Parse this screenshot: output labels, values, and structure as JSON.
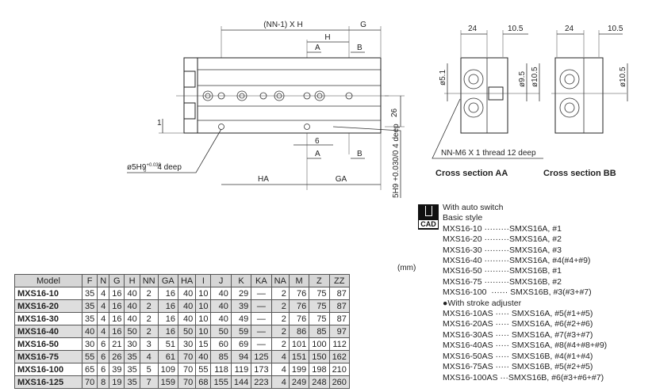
{
  "drawing": {
    "dim_nn1xh": "(NN-1) X H",
    "dim_g": "G",
    "dim_h": "H",
    "sec_a": "A",
    "sec_b": "B",
    "dim_1": "1",
    "dim_26": "26",
    "dim_6": "6",
    "dim_ha": "HA",
    "dim_ga": "GA",
    "pin_hole_label": "ø5H9",
    "tol_plus": "+0.030",
    "tol_zero": "0",
    "deep": "4 deep",
    "slot_label": "5H9 +0.030/0 4 deep"
  },
  "cross_sections": {
    "aa": {
      "w1": "24",
      "w2": "10.5",
      "d1": "ø5.1",
      "d2": "ø9.5",
      "d3": "ø10.5",
      "thread": "NN-M6 X 1 thread 12 deep",
      "title": "Cross section  AA"
    },
    "bb": {
      "w1": "24",
      "w2": "10.5",
      "d3": "ø10.5",
      "title": "Cross section  BB"
    }
  },
  "table": {
    "unit": "(mm)",
    "headers": [
      "Model",
      "F",
      "N",
      "G",
      "H",
      "NN",
      "GA",
      "HA",
      "I",
      "J",
      "K",
      "KA",
      "NA",
      "M",
      "Z",
      "ZZ"
    ],
    "rows": [
      [
        "MXS16-10",
        "35",
        "4",
        "16",
        "40",
        "2",
        "16",
        "40",
        "10",
        "40",
        "29",
        "—",
        "2",
        "76",
        "75",
        "87"
      ],
      [
        "MXS16-20",
        "35",
        "4",
        "16",
        "40",
        "2",
        "16",
        "40",
        "10",
        "40",
        "39",
        "—",
        "2",
        "76",
        "75",
        "87"
      ],
      [
        "MXS16-30",
        "35",
        "4",
        "16",
        "40",
        "2",
        "16",
        "40",
        "10",
        "40",
        "49",
        "—",
        "2",
        "76",
        "75",
        "87"
      ],
      [
        "MXS16-40",
        "40",
        "4",
        "16",
        "50",
        "2",
        "16",
        "50",
        "10",
        "50",
        "59",
        "—",
        "2",
        "86",
        "85",
        "97"
      ],
      [
        "MXS16-50",
        "30",
        "6",
        "21",
        "30",
        "3",
        "51",
        "30",
        "15",
        "60",
        "69",
        "—",
        "2",
        "101",
        "100",
        "112"
      ],
      [
        "MXS16-75",
        "55",
        "6",
        "26",
        "35",
        "4",
        "61",
        "70",
        "40",
        "85",
        "94",
        "125",
        "4",
        "151",
        "150",
        "162"
      ],
      [
        "MXS16-100",
        "65",
        "6",
        "39",
        "35",
        "5",
        "109",
        "70",
        "55",
        "118",
        "119",
        "173",
        "4",
        "199",
        "198",
        "210"
      ],
      [
        "MXS16-125",
        "70",
        "8",
        "19",
        "35",
        "7",
        "159",
        "70",
        "68",
        "155",
        "144",
        "223",
        "4",
        "249",
        "248",
        "260"
      ]
    ]
  },
  "cad": {
    "icon_label": "CAD",
    "lines": [
      "With auto switch",
      "Basic style",
      "MXS16-10 ·········SMXS16A, #1",
      "MXS16-20 ·········SMXS16A, #2",
      "MXS16-30 ·········SMXS16A, #3",
      "MXS16-40 ·········SMXS16A, #4(#4+#9)",
      "MXS16-50 ·········SMXS16B, #1",
      "MXS16-75 ·········SMXS16B, #2",
      "MXS16-100  ······ SMXS16B, #3(#3+#7)",
      "●With stroke adjuster",
      "MXS16-10AS ····· SMXS16A, #5(#1+#5)",
      "MXS16-20AS ····· SMXS16A, #6(#2+#6)",
      "MXS16-30AS ····· SMXS16A, #7(#3+#7)",
      "MXS16-40AS ····· SMXS16A, #8(#4+#8+#9)",
      "MXS16-50AS ····· SMXS16B, #4(#1+#4)",
      "MXS16-75AS ····· SMXS16B, #5(#2+#5)",
      "MXS16-100AS ···SMXS16B, #6(#3+#6+#7)"
    ]
  }
}
